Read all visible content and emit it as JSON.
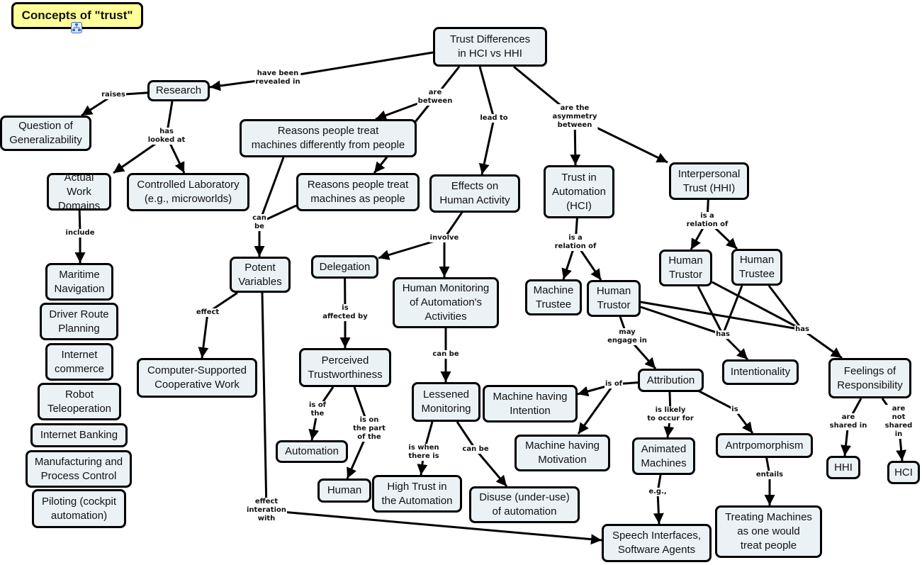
{
  "title": "Concepts of \"trust\"",
  "nodes": [
    {
      "id": "trust_diff",
      "label": "Trust Differences\nin HCI vs HHI"
    },
    {
      "id": "research",
      "label": "Research"
    },
    {
      "id": "question",
      "label": "Question of\nGeneralizability"
    },
    {
      "id": "reasons_diff",
      "label": "Reasons  people  treat\nmachines differently from people"
    },
    {
      "id": "reasons_as",
      "label": "Reasons people treat\nmachines as people"
    },
    {
      "id": "actual",
      "label": "Actual Work\nDomains"
    },
    {
      "id": "controlled",
      "label": "Controlled Laboratory\n(e.g., microworlds)"
    },
    {
      "id": "effects",
      "label": "Effects on\nHuman Activity"
    },
    {
      "id": "trust_auto",
      "label": "Trust in\nAutomation\n(HCI)"
    },
    {
      "id": "interpersonal",
      "label": "Interpersonal\nTrust (HHI)"
    },
    {
      "id": "potent",
      "label": "Potent\nVariables"
    },
    {
      "id": "delegation",
      "label": "Delegation"
    },
    {
      "id": "human_mon",
      "label": "Human Monitoring\nof Automation's\nActivities"
    },
    {
      "id": "machine_trustee",
      "label": "Machine\nTrustee"
    },
    {
      "id": "human_trustor1",
      "label": "Human\nTrustor"
    },
    {
      "id": "human_trustor2",
      "label": "Human\nTrustor"
    },
    {
      "id": "human_trustee",
      "label": "Human\nTrustee"
    },
    {
      "id": "maritime",
      "label": "Maritime\nNavigation"
    },
    {
      "id": "driver",
      "label": "Driver Route\nPlanning"
    },
    {
      "id": "internet_commerce",
      "label": "Internet\ncommerce"
    },
    {
      "id": "robot",
      "label": "Robot\nTeleoperation"
    },
    {
      "id": "banking",
      "label": "Internet Banking"
    },
    {
      "id": "manufacturing",
      "label": "Manufacturing and\nProcess Control"
    },
    {
      "id": "piloting",
      "label": "Piloting (cockpit\nautomation)"
    },
    {
      "id": "cscw",
      "label": "Computer-Supported\nCooperative Work"
    },
    {
      "id": "perceived",
      "label": "Perceived\nTrustworthiness"
    },
    {
      "id": "lessened",
      "label": "Lessened\nMonitoring"
    },
    {
      "id": "attribution",
      "label": "Attribution"
    },
    {
      "id": "intentionality",
      "label": "Intentionality"
    },
    {
      "id": "feelings",
      "label": "Feelings of\nResponsibility"
    },
    {
      "id": "machine_intention",
      "label": "Machine having\nIntention"
    },
    {
      "id": "machine_motivation",
      "label": "Machine having\nMotivation"
    },
    {
      "id": "animated",
      "label": "Animated\nMachines"
    },
    {
      "id": "antro",
      "label": "Antrpomorphism"
    },
    {
      "id": "automation",
      "label": "Automation"
    },
    {
      "id": "human",
      "label": "Human"
    },
    {
      "id": "high_trust",
      "label": "High Trust in\nthe Automation"
    },
    {
      "id": "disuse",
      "label": "Disuse (under-use)\nof automation"
    },
    {
      "id": "speech",
      "label": "Speech Interfaces,\nSoftware Agents"
    },
    {
      "id": "treating",
      "label": "Treating Machines\nas one would\ntreat people"
    },
    {
      "id": "hhi",
      "label": "HHI"
    },
    {
      "id": "hci",
      "label": "HCI"
    }
  ],
  "links": [
    {
      "id": "l1",
      "label": "have been\nrevealed in",
      "from": [
        "trust_diff"
      ],
      "to": [
        "research"
      ]
    },
    {
      "id": "l2",
      "label": "are\nbetween",
      "from": [
        "trust_diff"
      ],
      "to": [
        "reasons_diff",
        "reasons_as"
      ]
    },
    {
      "id": "l3",
      "label": "lead to",
      "from": [
        "trust_diff"
      ],
      "to": [
        "effects"
      ]
    },
    {
      "id": "l4",
      "label": "are the\nasymmetry\nbetween",
      "from": [
        "trust_diff"
      ],
      "to": [
        "trust_auto",
        "interpersonal"
      ]
    },
    {
      "id": "l5",
      "label": "raises",
      "from": [
        "research"
      ],
      "to": [
        "question"
      ]
    },
    {
      "id": "l6",
      "label": "has\nlooked at",
      "from": [
        "research"
      ],
      "to": [
        "actual",
        "controlled"
      ]
    },
    {
      "id": "l7",
      "label": "include",
      "from": [
        "actual"
      ],
      "to": [
        "maritime"
      ]
    },
    {
      "id": "l8",
      "label": "can\nbe",
      "from": [
        "reasons_diff",
        "reasons_as"
      ],
      "to": [
        "potent"
      ]
    },
    {
      "id": "l9",
      "label": "effect",
      "from": [
        "potent"
      ],
      "to": [
        "cscw"
      ]
    },
    {
      "id": "l10",
      "label": "effect\ninteration\nwith",
      "from": [
        "potent"
      ],
      "to": [
        "speech"
      ]
    },
    {
      "id": "l11",
      "label": "involve",
      "from": [
        "effects"
      ],
      "to": [
        "delegation",
        "human_mon"
      ]
    },
    {
      "id": "l12",
      "label": "is\naffected by",
      "from": [
        "delegation"
      ],
      "to": [
        "perceived"
      ]
    },
    {
      "id": "l13",
      "label": "is of\nthe",
      "from": [
        "perceived"
      ],
      "to": [
        "automation"
      ]
    },
    {
      "id": "l14",
      "label": "is on\nthe part\nof the",
      "from": [
        "perceived"
      ],
      "to": [
        "human"
      ]
    },
    {
      "id": "l15",
      "label": "can be",
      "from": [
        "human_mon"
      ],
      "to": [
        "lessened"
      ]
    },
    {
      "id": "l16",
      "label": "is when\nthere is",
      "from": [
        "lessened"
      ],
      "to": [
        "high_trust"
      ]
    },
    {
      "id": "l17",
      "label": "can be",
      "from": [
        "lessened"
      ],
      "to": [
        "disuse"
      ]
    },
    {
      "id": "l18",
      "label": "is a\nrelation of",
      "from": [
        "trust_auto"
      ],
      "to": [
        "machine_trustee",
        "human_trustor1"
      ]
    },
    {
      "id": "l19",
      "label": "is a\nrelation of",
      "from": [
        "interpersonal"
      ],
      "to": [
        "human_trustor2",
        "human_trustee"
      ]
    },
    {
      "id": "l20",
      "label": "may\nengage in",
      "from": [
        "human_trustor1"
      ],
      "to": [
        "attribution"
      ]
    },
    {
      "id": "l21",
      "label": "has",
      "from": [
        "human_trustor1",
        "human_trustor2",
        "human_trustee"
      ],
      "to": [
        "intentionality"
      ]
    },
    {
      "id": "l22",
      "label": "has",
      "from": [
        "human_trustor1",
        "human_trustor2",
        "human_trustee"
      ],
      "to": [
        "feelings"
      ]
    },
    {
      "id": "l23",
      "label": "is of",
      "from": [
        "attribution"
      ],
      "to": [
        "machine_intention",
        "machine_motivation"
      ]
    },
    {
      "id": "l24",
      "label": "is likely\nto occur for",
      "from": [
        "attribution"
      ],
      "to": [
        "animated"
      ]
    },
    {
      "id": "l25",
      "label": "is",
      "from": [
        "attribution"
      ],
      "to": [
        "antro"
      ]
    },
    {
      "id": "l26",
      "label": "e.g.,",
      "from": [
        "animated"
      ],
      "to": [
        "speech"
      ]
    },
    {
      "id": "l27",
      "label": "entails",
      "from": [
        "antro"
      ],
      "to": [
        "treating"
      ]
    },
    {
      "id": "l28",
      "label": "are\nshared in",
      "from": [
        "feelings"
      ],
      "to": [
        "hhi"
      ]
    },
    {
      "id": "l29",
      "label": "are not\nshared in",
      "from": [
        "feelings"
      ],
      "to": [
        "hci"
      ]
    }
  ],
  "colors": {
    "node_fill": "#ebf2f5",
    "title_fill": "#ffff99",
    "border": "#000000"
  },
  "icons": {
    "title_submap": "concept-map-icon"
  }
}
